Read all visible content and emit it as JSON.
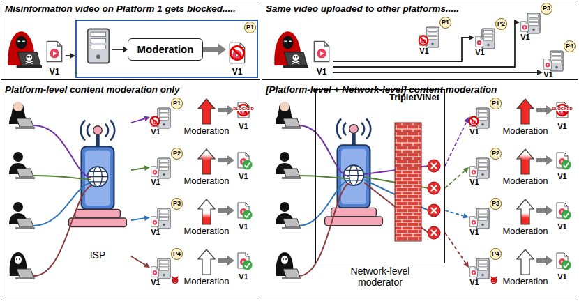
{
  "diagram": {
    "nodes": [
      {
        "text": [
          "Misinformation video on Platform 1 gets blocked....."
        ]
      },
      {
        "text": [
          "V1"
        ],
        "in": 0
      },
      {
        "text": [
          "P1"
        ],
        "in": 0
      },
      {
        "text": [
          "Moderation"
        ],
        "in": 2
      },
      {
        "text": [
          "V1"
        ],
        "in": 2
      },
      {
        "text": [
          "Same video uploaded to other platforms....."
        ]
      },
      {
        "text": [
          "V1"
        ],
        "in": 5
      },
      {
        "text": [
          "P1",
          "V1"
        ],
        "in": 5
      },
      {
        "text": [
          "P2",
          "V1"
        ],
        "in": 5
      },
      {
        "text": [
          "P3",
          "V1"
        ],
        "in": 5
      },
      {
        "text": [
          "P4",
          "V1"
        ],
        "in": 5
      },
      {
        "text": [
          "Platform-level content moderation only"
        ]
      },
      {
        "text": [
          "ISP"
        ],
        "in": 11
      },
      {
        "text": [
          "P1",
          "V1"
        ],
        "in": 11
      },
      {
        "text": [
          "P2",
          "V1"
        ],
        "in": 11
      },
      {
        "text": [
          "P3",
          "V1"
        ],
        "in": 11
      },
      {
        "text": [
          "P4",
          "V1"
        ],
        "in": 11
      },
      {
        "text": [
          "[Platform-level + Network-level] content moderation"
        ]
      },
      {
        "text": [
          "TripletViNet",
          "Network-level moderator"
        ],
        "in": 17
      },
      {
        "text": [
          "P1",
          "V1"
        ],
        "in": 17
      },
      {
        "text": [
          "P2",
          "V1"
        ],
        "in": 17
      },
      {
        "text": [
          "P3",
          "V1"
        ],
        "in": 17
      },
      {
        "text": [
          "P4",
          "V1"
        ],
        "in": 17
      }
    ],
    "edges": [
      {
        "from": 1,
        "to": 2,
        "arrow": "to"
      },
      {
        "from": 3,
        "to": 4,
        "arrow": "to"
      },
      {
        "from": 6,
        "to": 8,
        "arrow": "to"
      },
      {
        "from": 6,
        "to": 9,
        "arrow": "to"
      },
      {
        "from": 6,
        "to": 10,
        "arrow": "to"
      },
      {
        "from": 12,
        "to": 13,
        "arrow": "to"
      },
      {
        "from": 12,
        "to": 14,
        "arrow": "to"
      },
      {
        "from": 12,
        "to": 15,
        "arrow": "to"
      },
      {
        "from": 12,
        "to": 16,
        "arrow": "to"
      },
      {
        "from": 18,
        "to": 19,
        "arrow": "to"
      },
      {
        "from": 18,
        "to": 20,
        "arrow": "to"
      },
      {
        "from": 18,
        "to": 21,
        "arrow": "to"
      },
      {
        "from": 18,
        "to": 22,
        "arrow": "to"
      }
    ],
    "labels": [
      "Moderation",
      "BLOCKED",
      "V1",
      "Moderation",
      "V1",
      "Moderation",
      "V1",
      "Moderation",
      "V1",
      "Moderation",
      "BLOCKED",
      "V1",
      "Moderation",
      "V1",
      "Moderation",
      "V1",
      "Moderation",
      "V1"
    ]
  }
}
